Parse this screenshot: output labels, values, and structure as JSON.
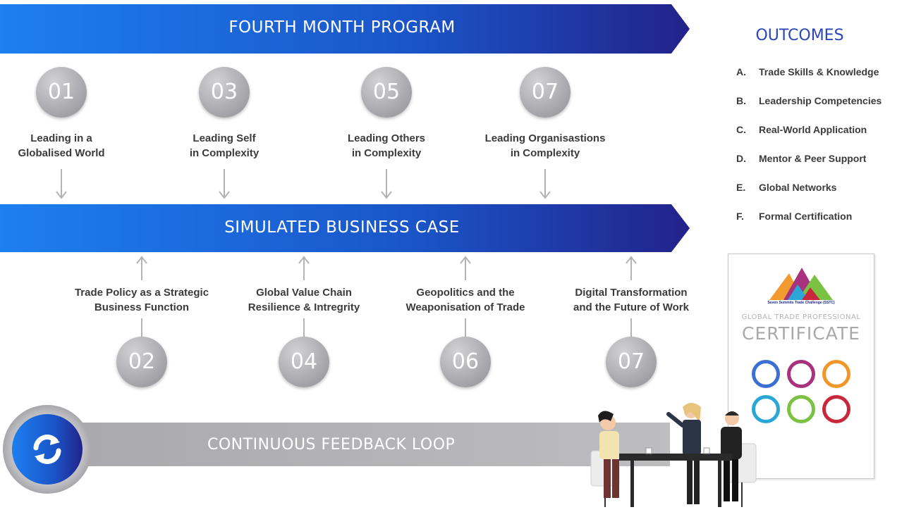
{
  "top_banner": {
    "title": "FOURTH MONTH PROGRAM"
  },
  "middle_banner": {
    "title": "SIMULATED BUSINESS CASE"
  },
  "feedback_banner": {
    "title": "CONTINUOUS FEEDBACK LOOP",
    "icon": "refresh-icon"
  },
  "upper_steps": [
    {
      "number": "01",
      "line1": "Leading in a",
      "line2": "Globalised World"
    },
    {
      "number": "03",
      "line1": "Leading Self",
      "line2": "in Complexity"
    },
    {
      "number": "05",
      "line1": "Leading Others",
      "line2": "in Complexity"
    },
    {
      "number": "07",
      "line1": "Leading Organisastions",
      "line2": "in Complexity"
    }
  ],
  "lower_steps": [
    {
      "number": "02",
      "line1": "Trade Policy as a Strategic",
      "line2": "Business Function"
    },
    {
      "number": "04",
      "line1": "Global Value Chain",
      "line2": "Resilience & Intregrity"
    },
    {
      "number": "06",
      "line1": "Geopolitics and the",
      "line2": "Weaponisation of Trade"
    },
    {
      "number": "07",
      "line1": "Digital Transformation",
      "line2": "and the Future of Work"
    }
  ],
  "outcomes": {
    "heading": "OUTCOMES",
    "items": [
      {
        "letter": "A.",
        "text": "Trade Skills & Knowledge"
      },
      {
        "letter": "B.",
        "text": "Leadership Competencies"
      },
      {
        "letter": "C.",
        "text": "Real-World Application"
      },
      {
        "letter": "D.",
        "text": "Mentor & Peer Support"
      },
      {
        "letter": "E.",
        "text": "Global Networks"
      },
      {
        "letter": "F.",
        "text": "Formal Certification"
      }
    ]
  },
  "certificate": {
    "org": "Seven Summits Trade Challenge (SSTC)",
    "subtitle": "GLOBAL TRADE PROFESSIONAL",
    "title": "CERTIFICATE",
    "badge_colors": [
      "#3b6fd4",
      "#a8327e",
      "#f0962a",
      "#2aa7d6",
      "#7cc242",
      "#c8283c"
    ]
  },
  "colors": {
    "brand_blue": "#1a63d6",
    "brand_blue_dark": "#1e2b8a",
    "grey_circle": "#a3a3a7",
    "heading_blue": "#2a46b8"
  }
}
